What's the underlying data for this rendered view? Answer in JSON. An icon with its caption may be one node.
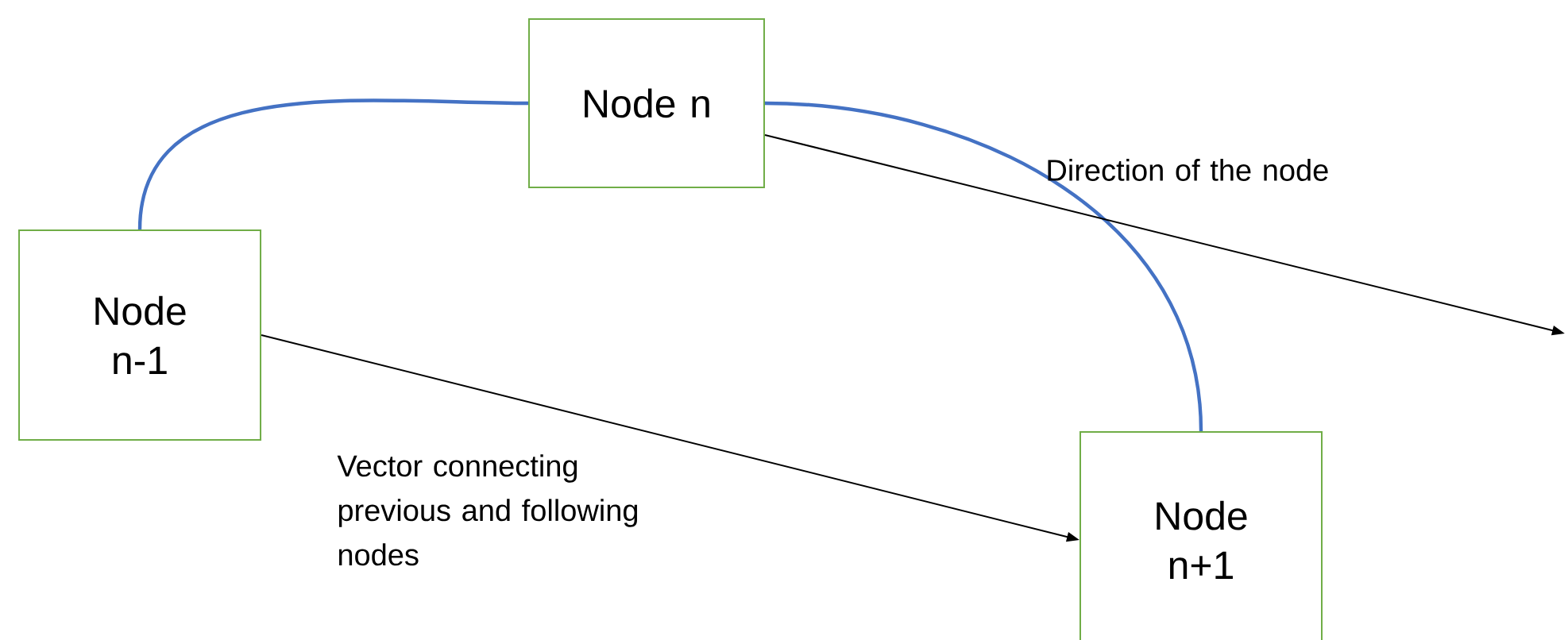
{
  "diagram": {
    "nodes": [
      {
        "text": [
          "Node n"
        ]
      },
      {
        "text": [
          "Node n-1"
        ]
      },
      {
        "text": [
          "Node n+1"
        ]
      }
    ],
    "edges": [
      {
        "from": 1,
        "to": 0,
        "arrow": "none",
        "color": "#4472c4"
      },
      {
        "from": 0,
        "to": 2,
        "arrow": "none",
        "color": "#4472c4"
      },
      {
        "from": 1,
        "to": 2,
        "arrow": "to",
        "label": "Vector connecting previous and following nodes",
        "color": "#000000"
      },
      {
        "from": 0,
        "to": null,
        "arrow": "to",
        "label": "Direction of the node",
        "color": "#000000"
      }
    ]
  }
}
